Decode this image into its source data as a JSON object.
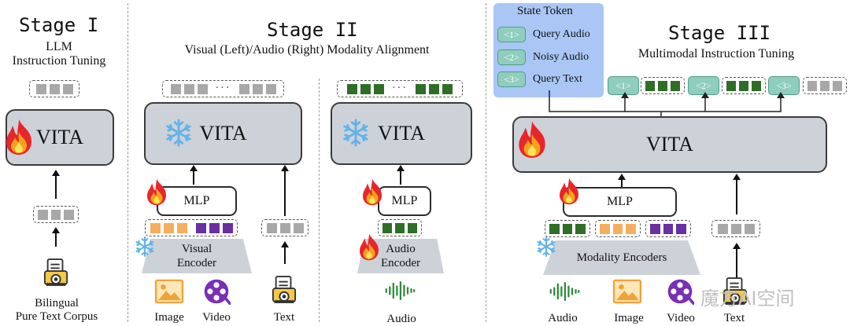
{
  "stage1": {
    "title": "Stage I",
    "subtitle_line1": "LLM",
    "subtitle_line2": "Instruction Tuning",
    "vita": "VITA",
    "input_line1": "Bilingual",
    "input_line2": "Pure Text Corpus"
  },
  "stage2": {
    "title": "Stage II",
    "subtitle": "Visual (Left)/Audio (Right) Modality Alignment",
    "vita": "VITA",
    "mlp": "MLP",
    "visual_encoder_line1": "Visual",
    "visual_encoder_line2": "Encoder",
    "audio_encoder_line1": "Audio",
    "audio_encoder_line2": "Encoder",
    "label_image": "Image",
    "label_video": "Video",
    "label_text": "Text",
    "label_audio": "Audio",
    "ellipsis": "···"
  },
  "stage3": {
    "title": "Stage III",
    "subtitle": "Multimodal Instruction Tuning",
    "vita": "VITA",
    "mlp": "MLP",
    "encoder": "Modality Encoders",
    "label_audio": "Audio",
    "label_image": "Image",
    "label_video": "Video",
    "label_text": "Text",
    "state_token": {
      "title": "State Token",
      "items": [
        {
          "tag": "<1>",
          "label": "Query Audio"
        },
        {
          "tag": "<2>",
          "label": "Noisy Audio"
        },
        {
          "tag": "<3>",
          "label": "Query Text"
        }
      ]
    },
    "seq_tags": [
      "<1>",
      "<2>",
      "<3>"
    ]
  },
  "watermark": "魔方AI空间",
  "colors": {
    "vita_fill": "#cdd1d8",
    "token_gray": "#a8a8a8",
    "token_orange": "#f4ae5e",
    "token_purple": "#6a2fa0",
    "token_green": "#2f6e26",
    "state_panel": "#a9c6f5",
    "state_pill": "#8fcdbd"
  }
}
